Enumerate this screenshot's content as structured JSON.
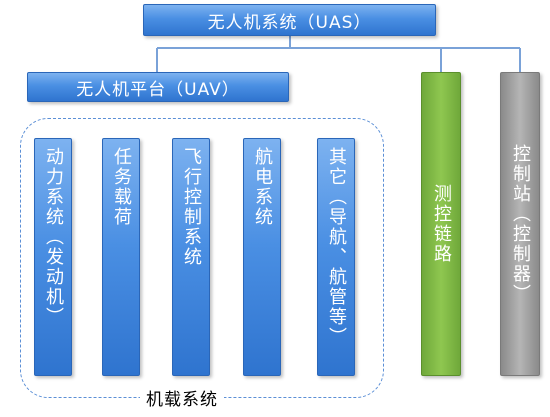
{
  "root": {
    "label": "无人机系统（UAS）"
  },
  "uav": {
    "label": "无人机平台（UAV）"
  },
  "subsystems": [
    {
      "label": "动力系统（发动机）"
    },
    {
      "label": "任务载荷"
    },
    {
      "label": "飞行控制系统"
    },
    {
      "label": "航电系统"
    },
    {
      "label": "其它（导航、航管等）"
    }
  ],
  "datalink": {
    "label": "测控链路"
  },
  "station": {
    "label": "控制站（控制器）"
  },
  "group": {
    "label": "机载系统"
  },
  "colors": {
    "blue": "#4a8fe3",
    "green": "#8fc750",
    "gray": "#b5b5b5",
    "connector": "#7aa2d8"
  }
}
